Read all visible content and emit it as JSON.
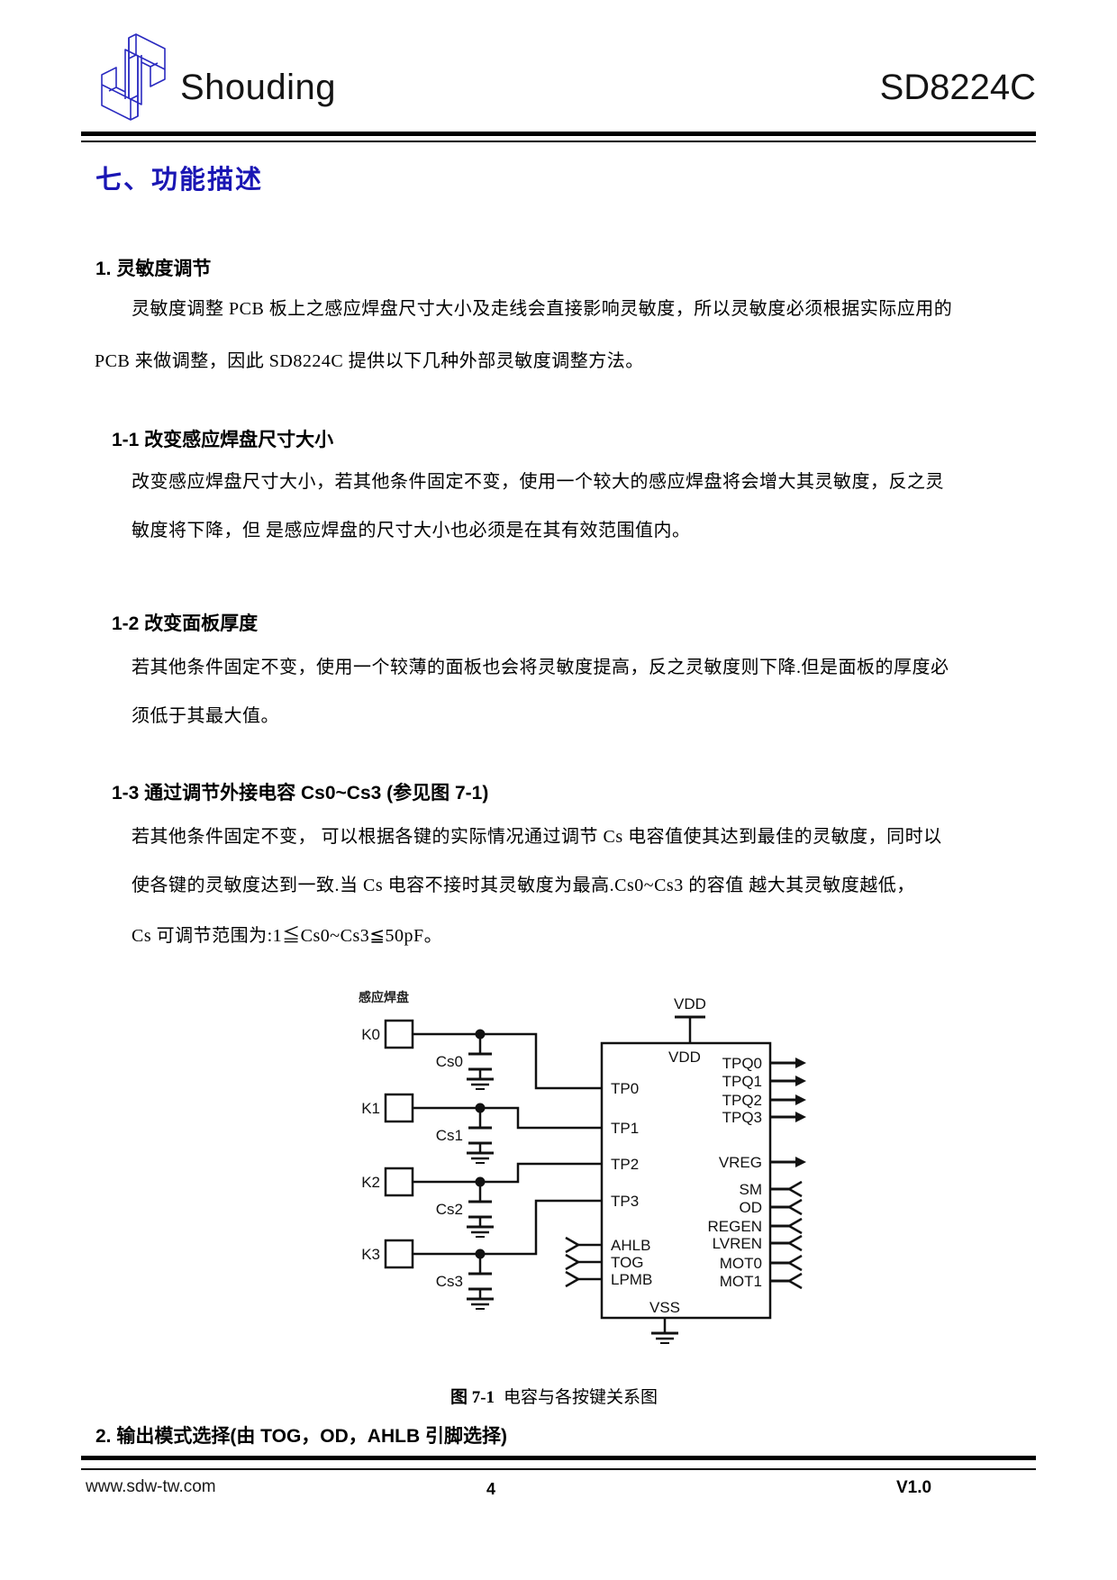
{
  "header": {
    "brand": "Shouding",
    "part": "SD8224C"
  },
  "page_title": "七、功能描述",
  "sec1": {
    "heading": "1.  灵敏度调节",
    "line1": "灵敏度调整 PCB 板上之感应焊盘尺寸大小及走线会直接影响灵敏度，所以灵敏度必须根据实际应用的",
    "line2": "PCB 来做调整，因此 SD8224C 提供以下几种外部灵敏度调整方法。"
  },
  "sec11": {
    "heading": "1-1  改变感应焊盘尺寸大小",
    "line1": "改变感应焊盘尺寸大小，若其他条件固定不变，使用一个较大的感应焊盘将会增大其灵敏度，反之灵",
    "line2": "敏度将下降，但 是感应焊盘的尺寸大小也必须是在其有效范围值内。"
  },
  "sec12": {
    "heading": "1-2  改变面板厚度",
    "line1": "若其他条件固定不变，使用一个较薄的面板也会将灵敏度提高，反之灵敏度则下降.但是面板的厚度必",
    "line2": "须低于其最大值。"
  },
  "sec13": {
    "heading": "1-3  通过调节外接电容 Cs0~Cs3 (参见图 7-1)",
    "line1": "若其他条件固定不变， 可以根据各键的实际情况通过调节 Cs 电容值使其达到最佳的灵敏度，同时以",
    "line2": "使各键的灵敏度达到一致.当 Cs 电容不接时其灵敏度为最高.Cs0~Cs3 的容值 越大其灵敏度越低，",
    "line3": "Cs 可调节范围为:1≦Cs0~Cs3≦50pF。"
  },
  "figure": {
    "pads_label": "感应焊盘",
    "keys": [
      "K0",
      "K1",
      "K2",
      "K3"
    ],
    "caps": [
      "Cs0",
      "Cs1",
      "Cs2",
      "Cs3"
    ],
    "vdd_top": "VDD",
    "chip": {
      "vdd": "VDD",
      "vss": "VSS",
      "left_pins": [
        "TP0",
        "TP1",
        "TP2",
        "TP3",
        "AHLB",
        "TOG",
        "LPMB"
      ],
      "right_pins": [
        "TPQ0",
        "TPQ1",
        "TPQ2",
        "TPQ3",
        "VREG",
        "SM",
        "OD",
        "REGEN",
        "LVREN",
        "MOT0",
        "MOT1"
      ]
    },
    "caption_fig": "图 7-1",
    "caption_text": "电容与各按键关系图"
  },
  "sec2": {
    "heading": "2.   输出模式选择(由 TOG，OD，AHLB 引脚选择)"
  },
  "footer": {
    "website": "www.sdw-tw.com",
    "page_number": "4",
    "version": "V1.0"
  },
  "colors": {
    "title_blue": "#1a16b4",
    "logo_blue": "#2a2ac0",
    "ink": "#111111"
  }
}
